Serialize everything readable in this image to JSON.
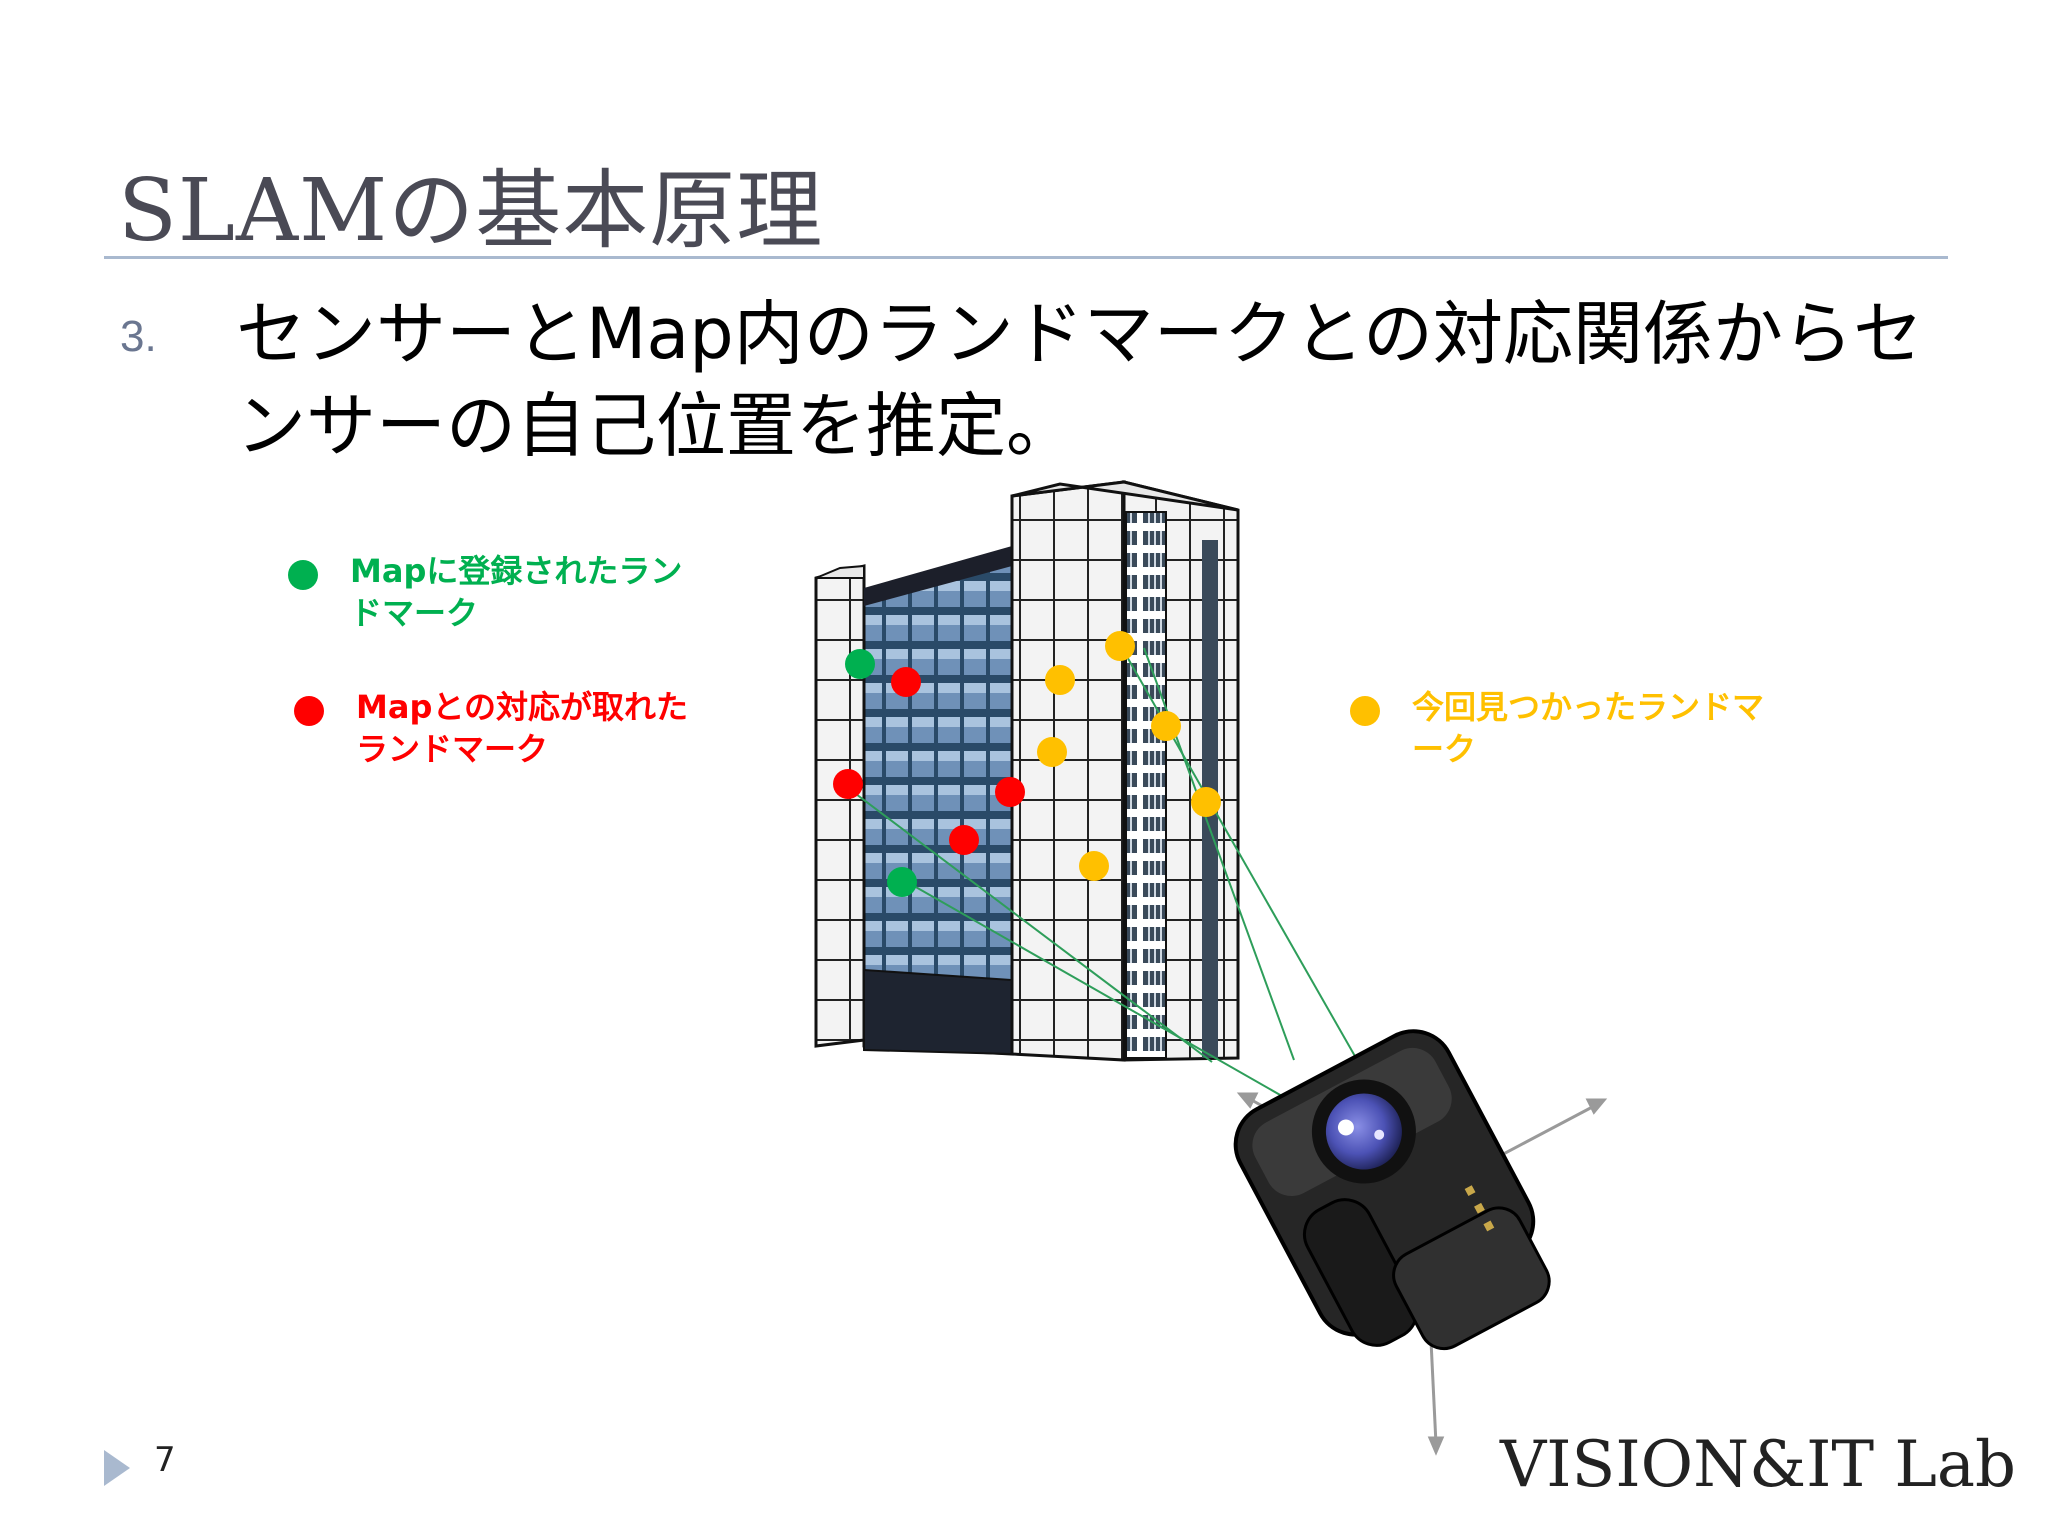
{
  "slide": {
    "title": "SLAMの基本原理",
    "bullet_number": "3.",
    "bullet_text": "センサーとMap内のランドマークとの対応関係からセンサーの自己位置を推定。",
    "page_number": "7",
    "logo_text": "VISION&IT Lab"
  },
  "legend": {
    "green": {
      "label": "Mapに登録されたランドマーク",
      "color": "#00b050"
    },
    "red": {
      "label": "Mapとの対応が取れたランドマーク",
      "color": "#ff0000"
    },
    "yellow": {
      "label": "今回見つかったランドマーク",
      "color": "#ffc000"
    }
  },
  "icons": {
    "building": "building-icon",
    "camera": "camera-icon",
    "page_marker": "triangle-right-icon"
  }
}
